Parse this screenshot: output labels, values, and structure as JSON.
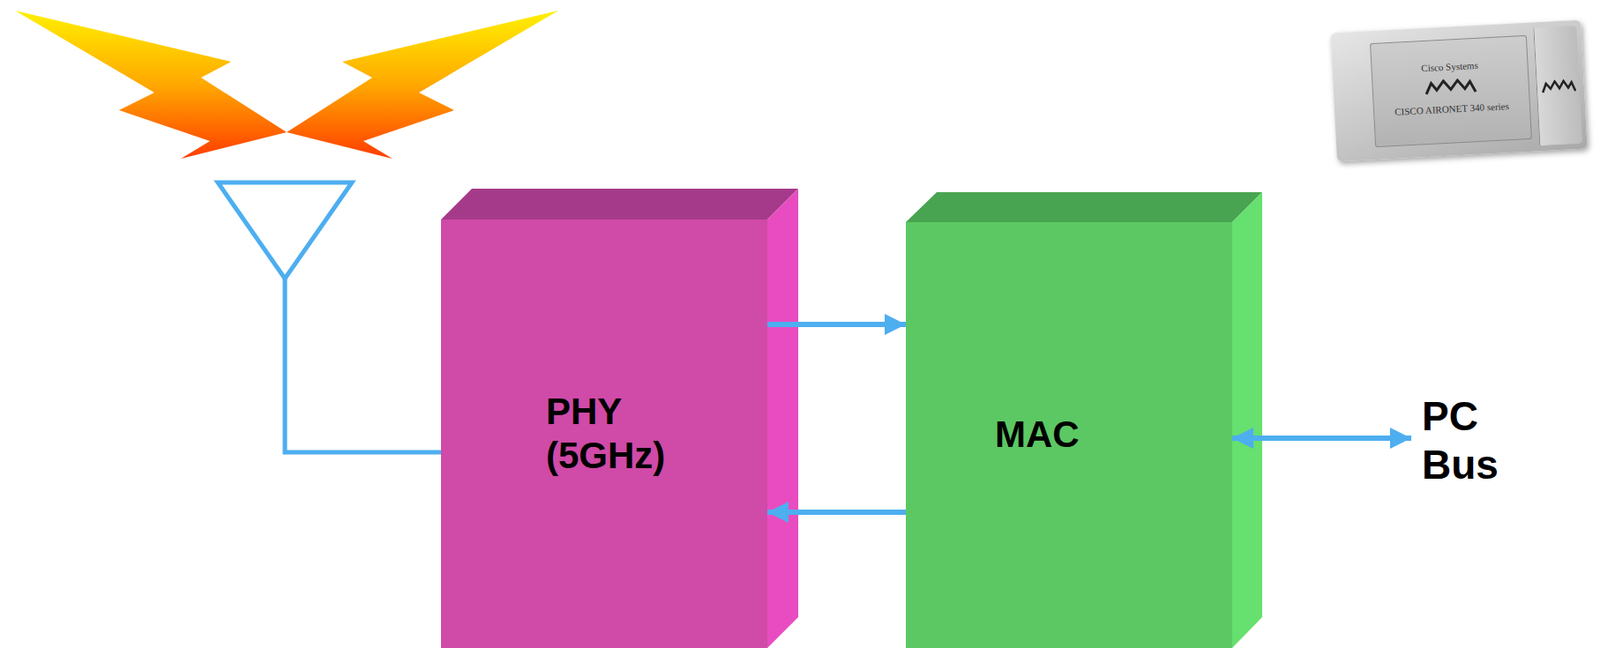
{
  "diagram": {
    "nodes": [
      {
        "text": [
          "PHY (5GHz)"
        ]
      },
      {
        "text": [
          "MAC"
        ]
      },
      {
        "text": [
          "PC Bus"
        ]
      }
    ],
    "edges": [
      {
        "from": 0,
        "to": 1,
        "arrow": "to"
      },
      {
        "from": 1,
        "to": 0,
        "arrow": "to"
      },
      {
        "from": 1,
        "to": 2,
        "arrow": "both"
      }
    ],
    "labels": [
      "Cisco Systems",
      "CISCO AIRONET 340 series"
    ]
  }
}
